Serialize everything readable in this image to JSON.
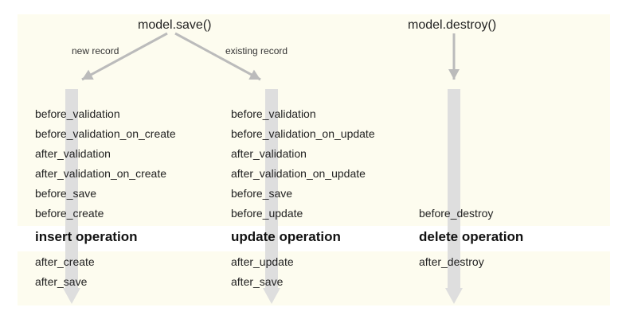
{
  "methods": {
    "save": "model.save()",
    "destroy": "model.destroy()"
  },
  "branches": {
    "new": "new record",
    "existing": "existing record"
  },
  "columns": [
    {
      "before": [
        "before_validation",
        "before_validation_on_create",
        "after_validation",
        "after_validation_on_create",
        "before_save",
        "before_create"
      ],
      "operation": "insert operation",
      "after": [
        "after_create",
        "after_save"
      ]
    },
    {
      "before": [
        "before_validation",
        "before_validation_on_update",
        "after_validation",
        "after_validation_on_update",
        "before_save",
        "before_update"
      ],
      "operation": "update operation",
      "after": [
        "after_update",
        "after_save"
      ]
    },
    {
      "before": [
        "before_destroy"
      ],
      "operation": "delete operation",
      "after": [
        "after_destroy"
      ]
    }
  ],
  "colors": {
    "band": "#fdfcef",
    "flow_bar": "#dedede",
    "arrow": "#bbbbbb",
    "text": "#222222"
  }
}
